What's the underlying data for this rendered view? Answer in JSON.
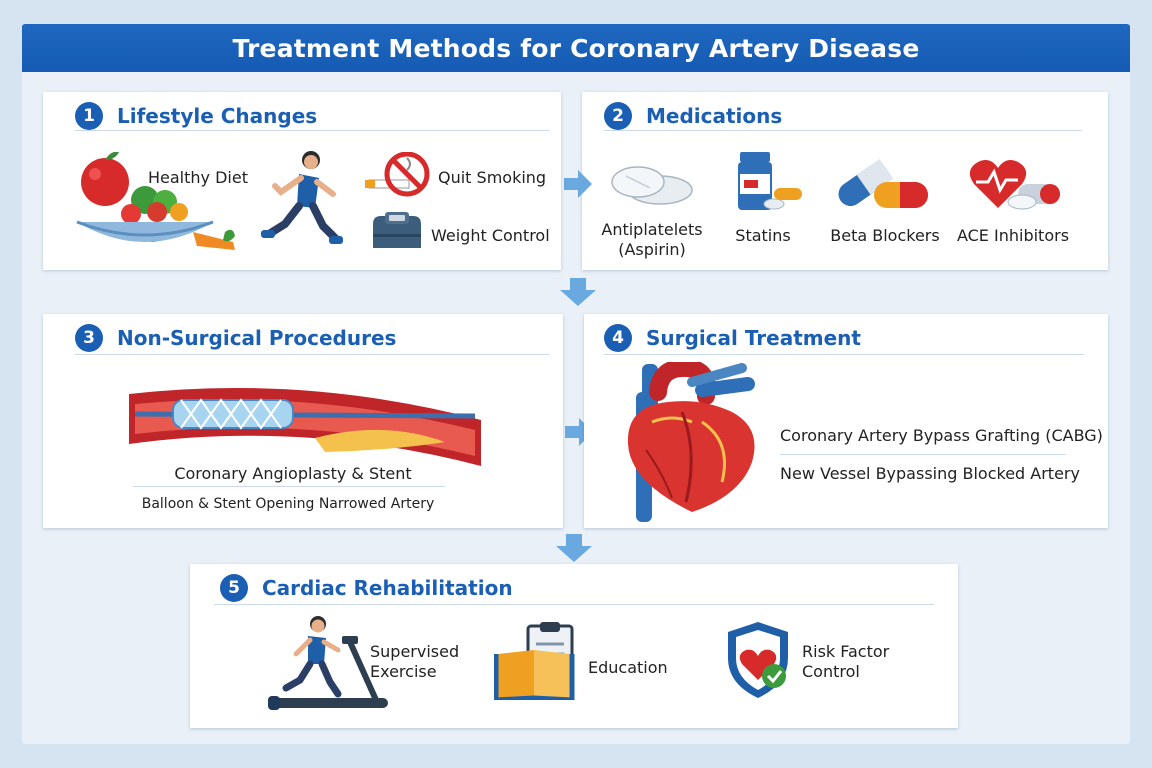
{
  "title": "Treatment Methods for Coronary Artery Disease",
  "colors": {
    "primary": "#1a5fb4",
    "banner": "#1f67bf",
    "arrow": "#6aa8e0",
    "text": "#222222"
  },
  "panels": {
    "lifestyle": {
      "number": "1",
      "title": "Lifestyle Changes",
      "items": {
        "diet": "Healthy Diet",
        "smoking": "Quit Smoking",
        "weight": "Weight Control"
      },
      "icons": [
        "food-icon",
        "runner-icon",
        "no-smoking-icon",
        "scale-icon"
      ]
    },
    "medications": {
      "number": "2",
      "title": "Medications",
      "items": {
        "antiplatelets_1": "Antiplatelets",
        "antiplatelets_2": "(Aspirin)",
        "statins": "Statins",
        "beta": "Beta Blockers",
        "ace": "ACE Inhibitors"
      },
      "icons": [
        "tablets-icon",
        "pill-bottle-icon",
        "capsule-icon",
        "heart-pills-icon"
      ]
    },
    "nonsurgical": {
      "number": "3",
      "title": "Non-Surgical Procedures",
      "items": {
        "main": "Coronary Angioplasty & Stent",
        "sub": "Balloon & Stent Opening Narrowed Artery"
      },
      "icons": [
        "artery-stent-icon"
      ]
    },
    "surgical": {
      "number": "4",
      "title": "Surgical Treatment",
      "items": {
        "main": "Coronary Artery Bypass Grafting (CABG)",
        "sub": "New Vessel Bypassing Blocked Artery"
      },
      "icons": [
        "heart-icon"
      ]
    },
    "rehab": {
      "number": "5",
      "title": "Cardiac Rehabilitation",
      "items": {
        "exercise_1": "Supervised",
        "exercise_2": "Exercise",
        "education": "Education",
        "risk_1": "Risk Factor",
        "risk_2": "Control"
      },
      "icons": [
        "treadmill-icon",
        "book-icon",
        "shield-heart-icon"
      ]
    }
  }
}
